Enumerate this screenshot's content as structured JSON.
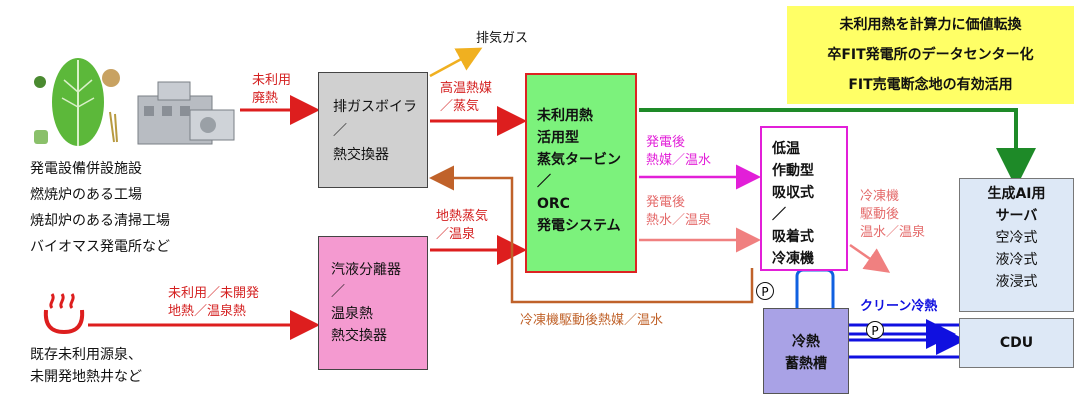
{
  "callout": {
    "line1": "未利用熱を計算力に価値転換",
    "line2": "卒FIT発電所のデータセンター化",
    "line3": "FIT売電断念地の有効活用"
  },
  "sources": {
    "industrial": [
      "発電設備併設施設",
      "燃焼炉のある工場",
      "焼却炉のある清掃工場",
      "バイオマス発電所など"
    ],
    "hot_spring": [
      "既存未利用源泉、",
      "未開発地熱井など"
    ]
  },
  "boxes": {
    "boiler": [
      "排ガスボイラ",
      "／",
      "熱交換器"
    ],
    "separator": [
      "汽液分離器",
      "／",
      "温泉熱",
      "熱交換器"
    ],
    "orc": [
      "未利用熱",
      "活用型",
      "蒸気タービン",
      "／",
      "ORC",
      "発電システム"
    ],
    "chiller": [
      "低温",
      "作動型",
      "吸収式",
      "／",
      "吸着式",
      "冷凍機"
    ],
    "storage": [
      "冷熱",
      "蓄熱槽"
    ],
    "server": [
      "生成AI用",
      "サーバ",
      "空冷式",
      "液冷式",
      "液浸式"
    ],
    "cdu": "CDU"
  },
  "flows": {
    "unused_exhaust_heat": [
      "未利用",
      "廃熱"
    ],
    "exhaust_gas": "排気ガス",
    "high_temp_media": [
      "高温熱媒",
      "／蒸気"
    ],
    "gen_after_media": [
      "発電後",
      "熱媒／温水"
    ],
    "gen_after_hot_water": [
      "発電後",
      "熱水／温泉"
    ],
    "geothermal_steam": [
      "地熱蒸気",
      "／温泉"
    ],
    "unused_geothermal": [
      "未利用／未開発",
      "地熱／温泉熱"
    ],
    "chiller_return": "冷凍機駆動後熱媒／温水",
    "chiller_after": [
      "冷凍機",
      "駆動後",
      "温水／温泉"
    ],
    "clean_cooling": "クリーン冷熱",
    "pump_symbol": "P"
  },
  "colors": {
    "red": "#dd1e1e",
    "magenta": "#e21fd8",
    "orange_brown": "#c0622a",
    "green": "#1e8a28",
    "blue": "#1010e0",
    "light_red": "#f08080",
    "gold": "#f0b020"
  }
}
